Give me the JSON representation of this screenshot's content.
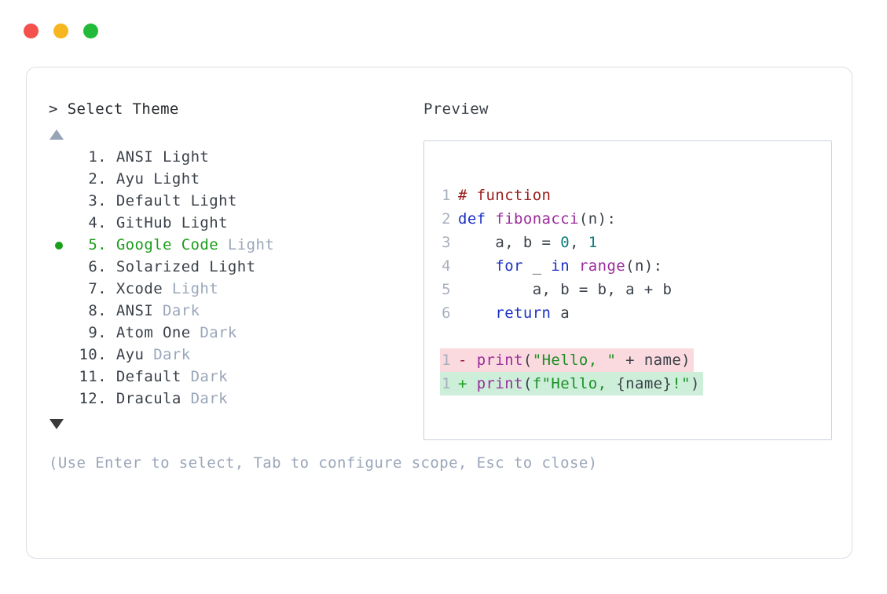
{
  "window": {
    "traffic_lights": [
      {
        "name": "close",
        "color": "#f4504c"
      },
      {
        "name": "minimize",
        "color": "#f7b620"
      },
      {
        "name": "maximize",
        "color": "#22bb39"
      }
    ]
  },
  "selector": {
    "prompt_marker": ">",
    "prompt_label": "Select Theme",
    "scroll_up_icon": "triangle-up",
    "scroll_down_icon": "triangle-down",
    "selected_index": 5,
    "selected_color": "#1a9e1a",
    "items": [
      {
        "num": "1.",
        "name": "ANSI",
        "variant": "Light",
        "variant_muted": false,
        "selected": false
      },
      {
        "num": "2.",
        "name": "Ayu",
        "variant": "Light",
        "variant_muted": false,
        "selected": false
      },
      {
        "num": "3.",
        "name": "Default",
        "variant": "Light",
        "variant_muted": false,
        "selected": false
      },
      {
        "num": "4.",
        "name": "GitHub",
        "variant": "Light",
        "variant_muted": false,
        "selected": false
      },
      {
        "num": "5.",
        "name": "Google Code",
        "variant": "Light",
        "variant_muted": true,
        "selected": true
      },
      {
        "num": "6.",
        "name": "Solarized",
        "variant": "Light",
        "variant_muted": false,
        "selected": false
      },
      {
        "num": "7.",
        "name": "Xcode",
        "variant": "Light",
        "variant_muted": true,
        "selected": false
      },
      {
        "num": "8.",
        "name": "ANSI",
        "variant": "Dark",
        "variant_muted": true,
        "selected": false
      },
      {
        "num": "9.",
        "name": "Atom One",
        "variant": "Dark",
        "variant_muted": true,
        "selected": false
      },
      {
        "num": "10.",
        "name": "Ayu",
        "variant": "Dark",
        "variant_muted": true,
        "selected": false
      },
      {
        "num": "11.",
        "name": "Default",
        "variant": "Dark",
        "variant_muted": true,
        "selected": false
      },
      {
        "num": "12.",
        "name": "Dracula",
        "variant": "Dark",
        "variant_muted": true,
        "selected": false
      }
    ],
    "hint": "(Use Enter to select, Tab to configure scope, Esc to close)"
  },
  "preview": {
    "label": "Preview",
    "code_lines": [
      {
        "ln": "1",
        "tokens": [
          {
            "t": "# function",
            "c": "comment"
          }
        ]
      },
      {
        "ln": "2",
        "tokens": [
          {
            "t": "def ",
            "c": "keyword"
          },
          {
            "t": "fibonacci",
            "c": "fn"
          },
          {
            "t": "(n):",
            "c": "punct"
          }
        ]
      },
      {
        "ln": "3",
        "tokens": [
          {
            "t": "    a, b = ",
            "c": "plain"
          },
          {
            "t": "0",
            "c": "num"
          },
          {
            "t": ", ",
            "c": "plain"
          },
          {
            "t": "1",
            "c": "num"
          }
        ]
      },
      {
        "ln": "4",
        "tokens": [
          {
            "t": "    ",
            "c": "plain"
          },
          {
            "t": "for",
            "c": "keyword"
          },
          {
            "t": " _ ",
            "c": "plain"
          },
          {
            "t": "in",
            "c": "keyword"
          },
          {
            "t": " ",
            "c": "plain"
          },
          {
            "t": "range",
            "c": "fn"
          },
          {
            "t": "(n):",
            "c": "punct"
          }
        ]
      },
      {
        "ln": "5",
        "tokens": [
          {
            "t": "        a, b = b, a + b",
            "c": "plain"
          }
        ]
      },
      {
        "ln": "6",
        "tokens": [
          {
            "t": "    ",
            "c": "plain"
          },
          {
            "t": "return",
            "c": "keyword"
          },
          {
            "t": " a",
            "c": "plain"
          }
        ]
      }
    ],
    "diff_lines": [
      {
        "ln": "1",
        "kind": "del",
        "sign": "-",
        "tokens": [
          {
            "t": "print",
            "c": "fn"
          },
          {
            "t": "(",
            "c": "punct"
          },
          {
            "t": "\"Hello, \"",
            "c": "str"
          },
          {
            "t": " + name)",
            "c": "plain"
          }
        ]
      },
      {
        "ln": "1",
        "kind": "add",
        "sign": "+",
        "tokens": [
          {
            "t": "print",
            "c": "fn"
          },
          {
            "t": "(",
            "c": "punct"
          },
          {
            "t": "f\"Hello, ",
            "c": "str"
          },
          {
            "t": "{name}",
            "c": "plain"
          },
          {
            "t": "!\"",
            "c": "str"
          },
          {
            "t": ")",
            "c": "punct"
          }
        ]
      }
    ],
    "colors": {
      "comment": "#9b1b1b",
      "keyword": "#1d31c4",
      "function": "#9b2d9b",
      "number": "#0f7b7b",
      "string": "#1a8f25",
      "plain": "#3b4149",
      "line_number": "#a8b0bd",
      "diff_removed_bg": "#fadade",
      "diff_added_bg": "#cdeed9",
      "border": "#c9d1dc"
    }
  }
}
